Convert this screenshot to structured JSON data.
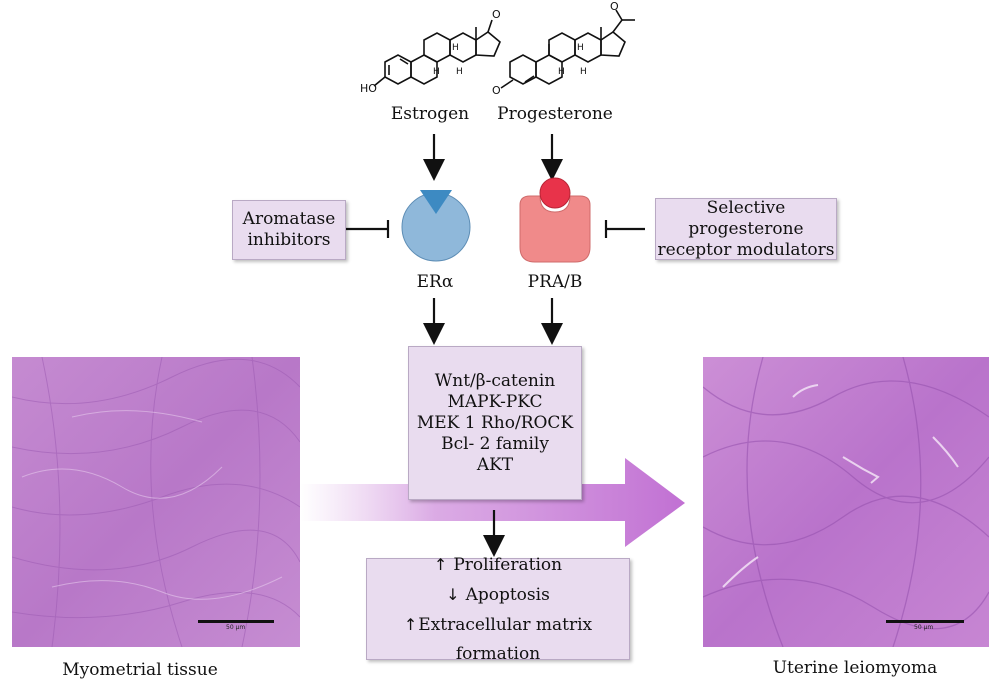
{
  "hormones": {
    "estrogen": "Estrogen",
    "progesterone": "Progesterone",
    "estrogen_ho_label": "HO",
    "progesterone_o_label": "O"
  },
  "receptors": {
    "er": "ERα",
    "pr": "PRA/B",
    "er_color": "#8fb8da",
    "pr_color": "#f08a8a"
  },
  "inhibitors": {
    "aromatase": [
      "Aromatase",
      "inhibitors"
    ],
    "sprm": [
      "Selective progesterone",
      "receptor modulators"
    ]
  },
  "pathways": [
    "Wnt/β-catenin",
    "MAPK-PKC",
    "MEK 1 Rho/ROCK",
    "Bcl- 2 family",
    "AKT"
  ],
  "effects": [
    {
      "arrow": "↑",
      "text": "Proliferation"
    },
    {
      "arrow": "↓",
      "text": "Apoptosis"
    },
    {
      "arrow": "↑",
      "text": "Extracellular matrix formation"
    }
  ],
  "tissues": {
    "left_caption": "Myometrial tissue",
    "right_caption": "Uterine leiomyoma",
    "scale_label": "50 μm",
    "stain_color": "#c77fcf"
  }
}
